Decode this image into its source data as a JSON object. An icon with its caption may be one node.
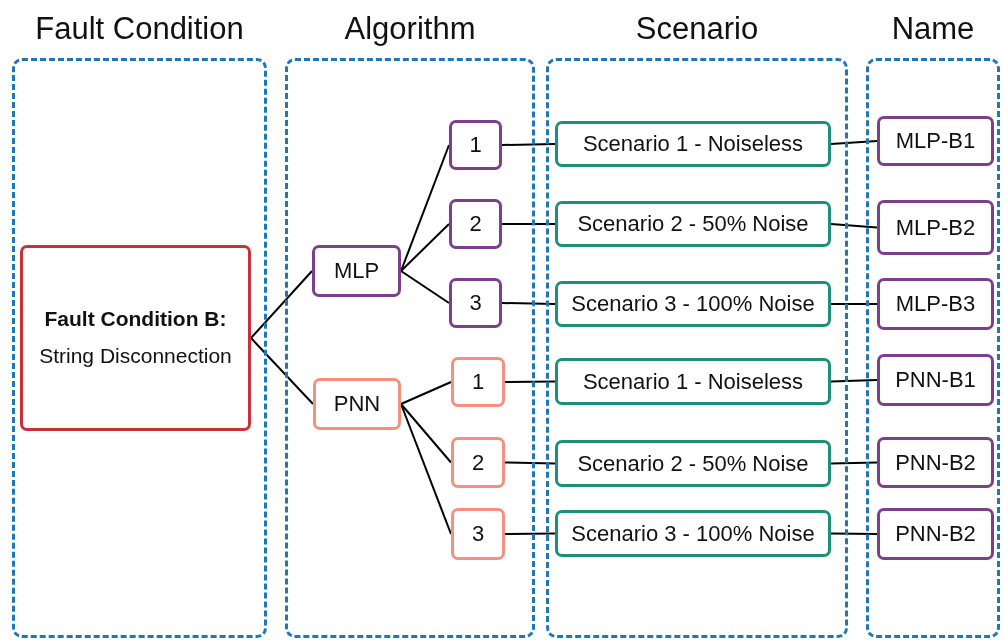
{
  "diagram": {
    "nodes": [
      {
        "text": [
          "Fault Condition"
        ]
      },
      {
        "text": [
          "Algorithm"
        ]
      },
      {
        "text": [
          "Scenario"
        ]
      },
      {
        "text": [
          "Name"
        ]
      },
      {
        "text": [
          "**Fault Condition B:** String Disconnection"
        ],
        "in": 0
      },
      {
        "text": [
          "MLP"
        ],
        "in": 1
      },
      {
        "text": [
          "PNN"
        ],
        "in": 1
      },
      {
        "text": [
          "1"
        ],
        "in": 1
      },
      {
        "text": [
          "2"
        ],
        "in": 1
      },
      {
        "text": [
          "3"
        ],
        "in": 1
      },
      {
        "text": [
          "1"
        ],
        "in": 1
      },
      {
        "text": [
          "2"
        ],
        "in": 1
      },
      {
        "text": [
          "3"
        ],
        "in": 1
      },
      {
        "text": [
          "Scenario 1 - Noiseless"
        ],
        "in": 2
      },
      {
        "text": [
          "Scenario 2 - 50% Noise"
        ],
        "in": 2
      },
      {
        "text": [
          "Scenario 3 - 100% Noise"
        ],
        "in": 2
      },
      {
        "text": [
          "Scenario 1 - Noiseless"
        ],
        "in": 2
      },
      {
        "text": [
          "Scenario 2 - 50% Noise"
        ],
        "in": 2
      },
      {
        "text": [
          "Scenario 3 - 100% Noise"
        ],
        "in": 2
      },
      {
        "text": [
          "MLP-B1"
        ],
        "in": 3
      },
      {
        "text": [
          "MLP-B2"
        ],
        "in": 3
      },
      {
        "text": [
          "MLP-B3"
        ],
        "in": 3
      },
      {
        "text": [
          "PNN-B1"
        ],
        "in": 3
      },
      {
        "text": [
          "PNN-B2"
        ],
        "in": 3
      },
      {
        "text": [
          "PNN-B2"
        ],
        "in": 3
      }
    ],
    "edges": [
      {
        "from": 4,
        "to": 5,
        "arrow": "none"
      },
      {
        "from": 4,
        "to": 6,
        "arrow": "none"
      },
      {
        "from": 5,
        "to": 7,
        "arrow": "none"
      },
      {
        "from": 5,
        "to": 8,
        "arrow": "none"
      },
      {
        "from": 5,
        "to": 9,
        "arrow": "none"
      },
      {
        "from": 6,
        "to": 10,
        "arrow": "none"
      },
      {
        "from": 6,
        "to": 11,
        "arrow": "none"
      },
      {
        "from": 6,
        "to": 12,
        "arrow": "none"
      },
      {
        "from": 7,
        "to": 13,
        "arrow": "none"
      },
      {
        "from": 8,
        "to": 14,
        "arrow": "none"
      },
      {
        "from": 9,
        "to": 15,
        "arrow": "none"
      },
      {
        "from": 10,
        "to": 16,
        "arrow": "none"
      },
      {
        "from": 11,
        "to": 17,
        "arrow": "none"
      },
      {
        "from": 12,
        "to": 18,
        "arrow": "none"
      },
      {
        "from": 13,
        "to": 19,
        "arrow": "none"
      },
      {
        "from": 14,
        "to": 20,
        "arrow": "none"
      },
      {
        "from": 15,
        "to": 21,
        "arrow": "none"
      },
      {
        "from": 16,
        "to": 22,
        "arrow": "none"
      },
      {
        "from": 17,
        "to": 23,
        "arrow": "none"
      },
      {
        "from": 18,
        "to": 24,
        "arrow": "none"
      }
    ]
  }
}
